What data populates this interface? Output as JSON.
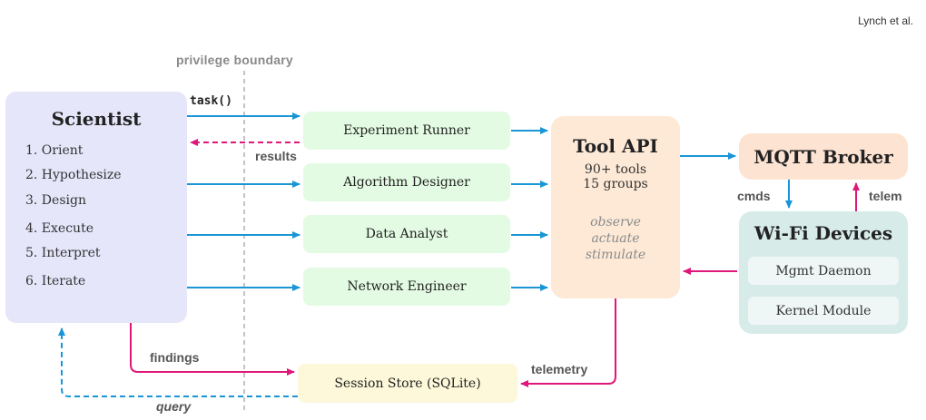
{
  "header": {
    "author": "Lynch et al."
  },
  "boundary": {
    "label": "privilege boundary"
  },
  "scientist": {
    "title": "Scientist",
    "steps": [
      "1. Orient",
      "2. Hypothesize",
      "3. Design",
      "4. Execute",
      "5. Interpret",
      "6. Iterate"
    ]
  },
  "agents": [
    {
      "label": "Experiment Runner"
    },
    {
      "label": "Algorithm Designer"
    },
    {
      "label": "Data Analyst"
    },
    {
      "label": "Network Engineer"
    }
  ],
  "tool_api": {
    "title": "Tool API",
    "count": "90+ tools",
    "groups": "15 groups",
    "modes": [
      "observe",
      "actuate",
      "stimulate"
    ]
  },
  "mqtt": {
    "title": "MQTT Broker"
  },
  "wifi": {
    "title": "Wi-Fi Devices",
    "modules": [
      "Mgmt Daemon",
      "Kernel Module"
    ]
  },
  "session_store": {
    "label": "Session Store (SQLite)"
  },
  "edges": {
    "task": "task()",
    "results": "results",
    "findings": "findings",
    "query": "query",
    "telemetry": "telemetry",
    "cmds": "cmds",
    "telem": "telem"
  },
  "colors": {
    "blue": "#1a96d6",
    "magenta": "#e0177a",
    "boundary": "#c4c4c4"
  }
}
